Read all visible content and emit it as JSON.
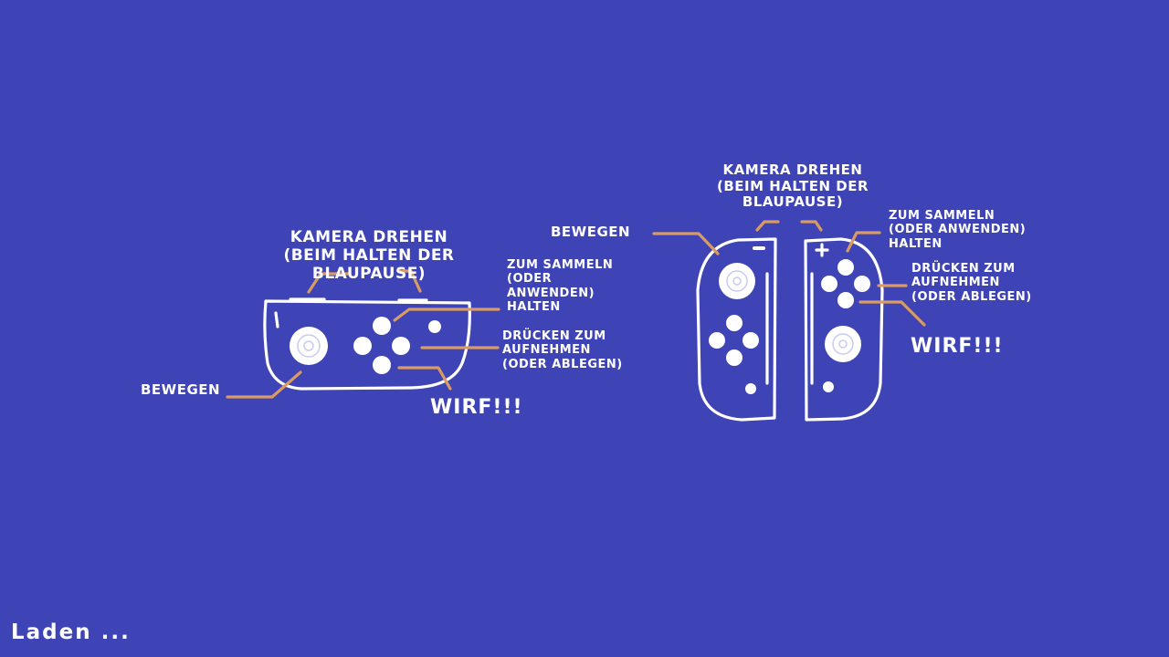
{
  "loading_text": "Laden ...",
  "single_controller": {
    "camera_label": "KAMERA DREHEN\n(BEIM HALTEN DER BLAUPAUSE)",
    "collect_label": "ZUM SAMMELN\n(ODER\nANWENDEN)\nHALTEN",
    "pickup_label": "DRÜCKEN ZUM\nAUFNEHMEN\n(ODER ABLEGEN)",
    "move_label": "BEWEGEN",
    "throw_label": "WIRF!!!"
  },
  "dual_controller": {
    "camera_label": "KAMERA DREHEN\n(BEIM HALTEN DER\nBLAUPAUSE)",
    "collect_label": "ZUM SAMMELN\n(ODER ANWENDEN)\nHALTEN",
    "pickup_label": "DRÜCKEN ZUM\nAUFNEHMEN\n(ODER ABLEGEN)",
    "move_label": "BEWEGEN",
    "throw_label": "WIRF!!!"
  },
  "colors": {
    "background": "#3e44b5",
    "outline": "#ffffff",
    "callout_line": "#d99a63"
  }
}
